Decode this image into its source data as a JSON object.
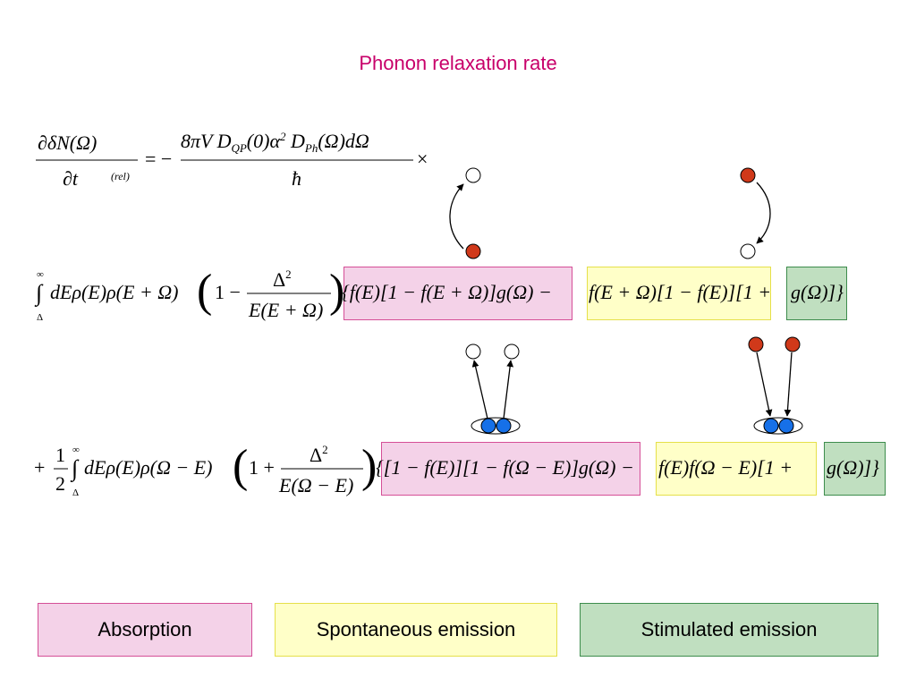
{
  "title": "Phonon relaxation rate",
  "legend": {
    "absorption": "Absorption",
    "spontaneous": "Spontaneous emission",
    "stimulated": "Stimulated emission"
  },
  "colors": {
    "title": "#c8006a",
    "absorption_fill": "#f4d2e8",
    "absorption_border": "#d54f97",
    "spontaneous_fill": "#ffffc8",
    "spontaneous_border": "#e5e04a",
    "stimulated_fill": "#c0dfc0",
    "stimulated_border": "#3d8c4c",
    "quasiparticle_red": "#d0391a",
    "pair_blue": "#1670e8"
  },
  "equations": {
    "lhs_numerator": "∂δN(Ω)",
    "lhs_denominator": "∂t",
    "lhs_subscript": "(rel)",
    "prefactor_numerator": "8πV D_QP(0) α² D_Ph(Ω) dΩ",
    "prefactor_denominator": "ħ",
    "line1_integral": "∫_Δ^∞ dE ρ(E) ρ(E+Ω) (1 − Δ² / E(E+Ω))",
    "line1_absorption": "{ f(E)[1 − f(E+Ω)] g(Ω)",
    "line1_spontaneous": "− f(E+Ω)[1 − f(E)][1 +",
    "line1_stimulated": "g(Ω)]}",
    "line2_integral": "+ ½ ∫_Δ^∞ dE ρ(E) ρ(Ω−E) (1 + Δ² / E(Ω−E))",
    "line2_absorption": "{[1 − f(E)][1 − f(Ω−E)] g(Ω)",
    "line2_spontaneous": "− f(E) f(Ω−E)[1 +",
    "line2_stimulated": "g(Ω)]}"
  }
}
